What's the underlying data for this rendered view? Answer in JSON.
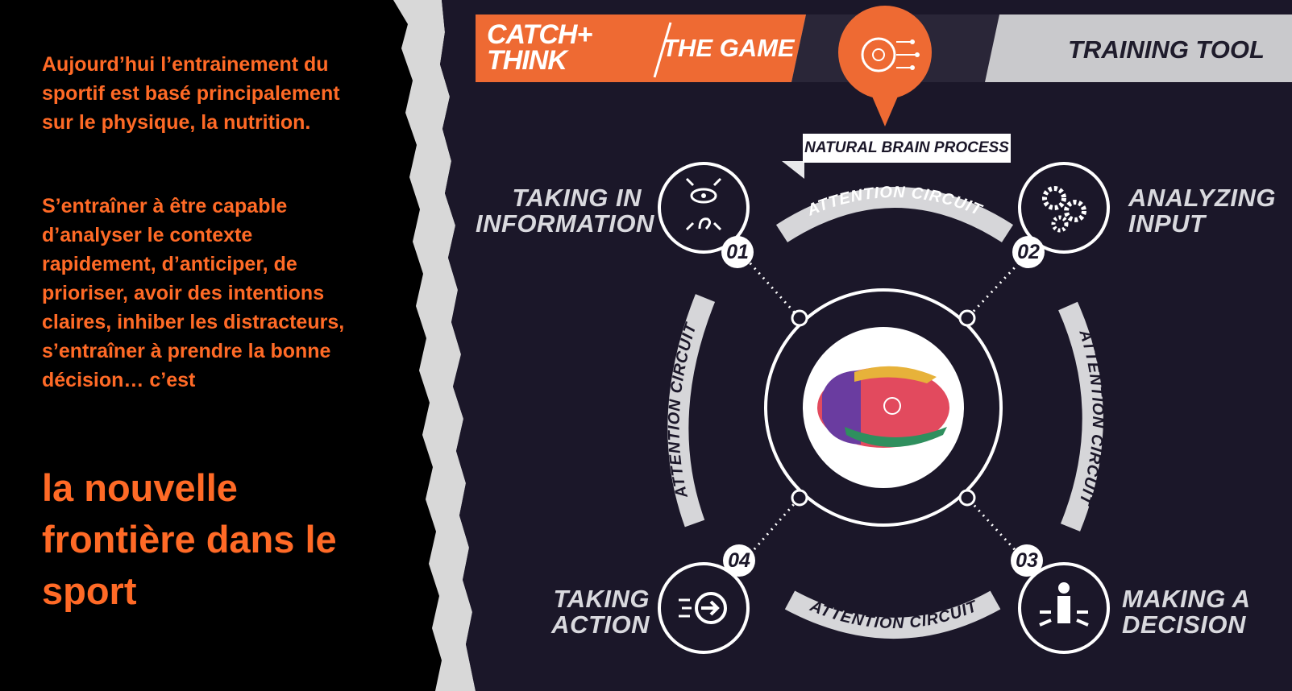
{
  "left_panel": {
    "paragraph_1": "Aujourd’hui l’entrainement du sportif est basé principalement sur le physique, la nutrition.",
    "paragraph_2": "S’entraîner à être capable d’analyser le contexte rapidement, d’anticiper, de prioriser, avoir des intentions claires, inhiber les distracteurs, s’entraîner à prendre la bonne décision… c’est",
    "headline": "la nouvelle frontière dans le sport"
  },
  "header": {
    "brand_line_1": "CATCH+",
    "brand_line_2": "THINK",
    "subtitle": "THE GAME",
    "tool_label": "TRAINING TOOL",
    "process_label": "NATURAL BRAIN PROCESS"
  },
  "steps": [
    {
      "number": "01",
      "line_1": "TAKING IN",
      "line_2": "INFORMATION",
      "icon": "eye-ear-icon"
    },
    {
      "number": "02",
      "line_1": "ANALYZING",
      "line_2": "INPUT",
      "icon": "gears-icon"
    },
    {
      "number": "03",
      "line_1": "MAKING A",
      "line_2": "DECISION",
      "icon": "decision-person-icon"
    },
    {
      "number": "04",
      "line_1": "TAKING",
      "line_2": "ACTION",
      "icon": "arrow-circle-icon"
    }
  ],
  "circuit_label": "ATTENTION CIRCUIT",
  "colors": {
    "accent_orange": "#ff6a26",
    "panel_dark": "#1b1729",
    "header_orange": "#ee6a33",
    "header_grey": "#c9c9cc"
  }
}
